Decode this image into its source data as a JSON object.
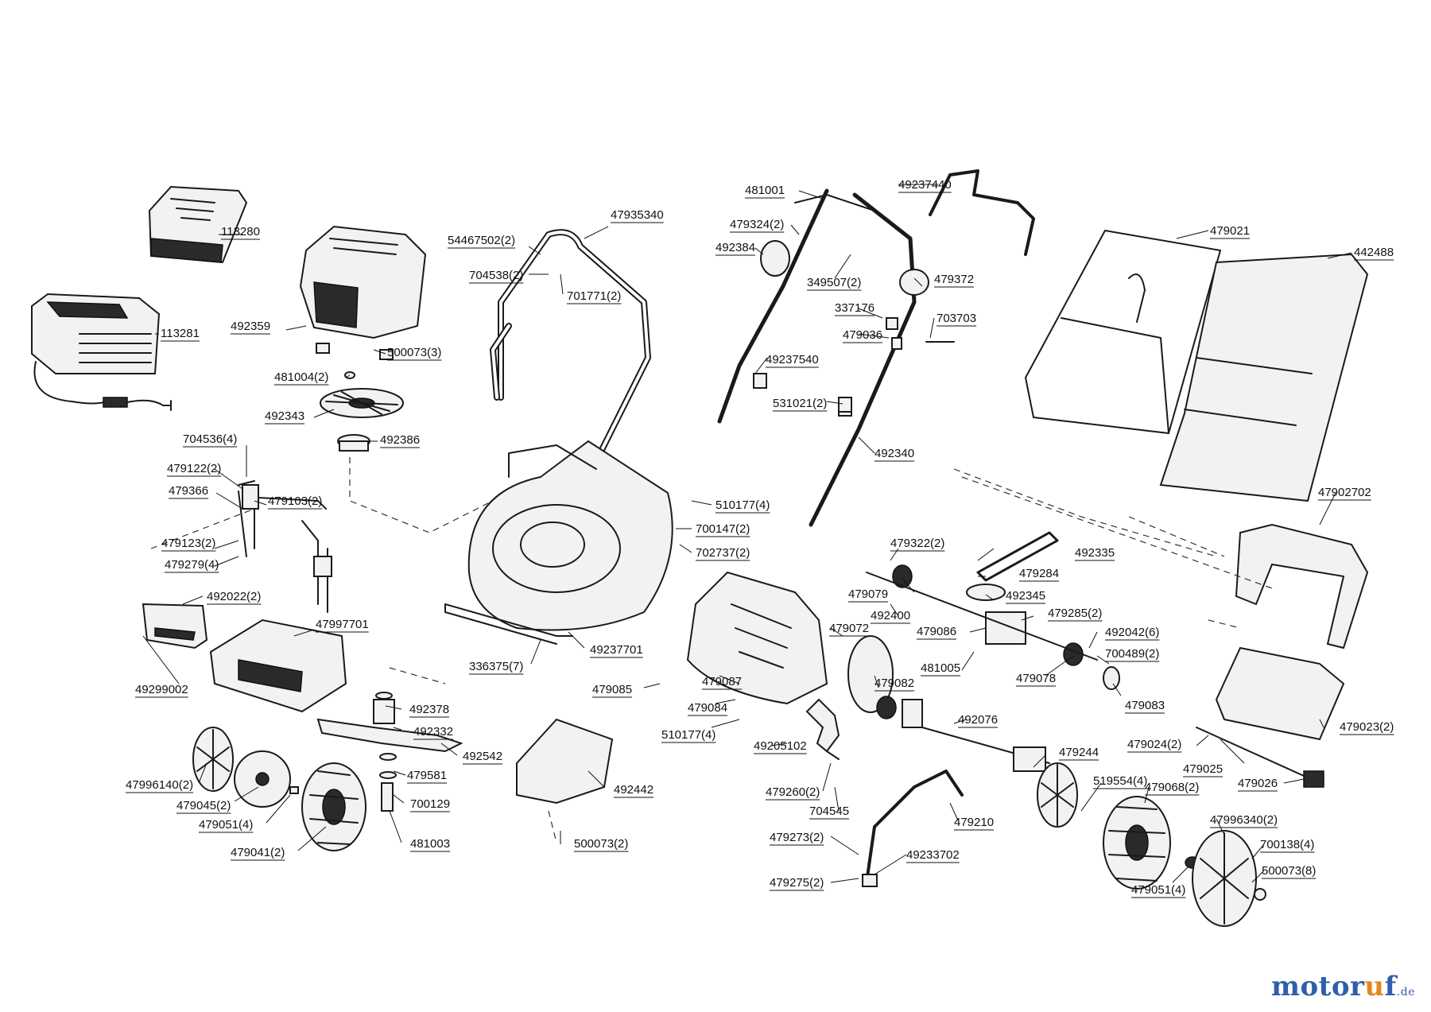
{
  "diagram": {
    "parts": [
      {
        "id": "p1",
        "label": "113280"
      },
      {
        "id": "p2",
        "label": "113281"
      },
      {
        "id": "p3",
        "label": "492359"
      },
      {
        "id": "p4",
        "label": "500073(3)"
      },
      {
        "id": "p5",
        "label": "481004(2)"
      },
      {
        "id": "p6",
        "label": "492343"
      },
      {
        "id": "p7",
        "label": "492386"
      },
      {
        "id": "p8",
        "label": "704536(4)"
      },
      {
        "id": "p9",
        "label": "479122(2)"
      },
      {
        "id": "p10",
        "label": "479366"
      },
      {
        "id": "p11",
        "label": "479103(2)"
      },
      {
        "id": "p12",
        "label": "479123(2)"
      },
      {
        "id": "p13",
        "label": "479279(4)"
      },
      {
        "id": "p14",
        "label": "492022(2)"
      },
      {
        "id": "p15",
        "label": "47997701"
      },
      {
        "id": "p16",
        "label": "49299002"
      },
      {
        "id": "p17",
        "label": "492378"
      },
      {
        "id": "p18",
        "label": "492332"
      },
      {
        "id": "p19",
        "label": "492542"
      },
      {
        "id": "p20",
        "label": "479581"
      },
      {
        "id": "p21",
        "label": "700129"
      },
      {
        "id": "p22",
        "label": "481003"
      },
      {
        "id": "p23",
        "label": "47996140(2)"
      },
      {
        "id": "p24",
        "label": "479045(2)"
      },
      {
        "id": "p25",
        "label": "479051(4)"
      },
      {
        "id": "p26",
        "label": "479041(2)"
      },
      {
        "id": "p27",
        "label": "54467502(2)"
      },
      {
        "id": "p28",
        "label": "704538(2)"
      },
      {
        "id": "p29",
        "label": "47935340"
      },
      {
        "id": "p30",
        "label": "701771(2)"
      },
      {
        "id": "p31",
        "label": "510177(4)"
      },
      {
        "id": "p32",
        "label": "700147(2)"
      },
      {
        "id": "p33",
        "label": "702737(2)"
      },
      {
        "id": "p34",
        "label": "336375(7)"
      },
      {
        "id": "p35",
        "label": "49237701"
      },
      {
        "id": "p36",
        "label": "479085"
      },
      {
        "id": "p37",
        "label": "479084"
      },
      {
        "id": "p38",
        "label": "510177(4)"
      },
      {
        "id": "p39",
        "label": "479087"
      },
      {
        "id": "p40",
        "label": "492442"
      },
      {
        "id": "p41",
        "label": "500073(2)"
      },
      {
        "id": "p42",
        "label": "481001"
      },
      {
        "id": "p43",
        "label": "49237440"
      },
      {
        "id": "p44",
        "label": "479324(2)"
      },
      {
        "id": "p45",
        "label": "492384"
      },
      {
        "id": "p46",
        "label": "349507(2)"
      },
      {
        "id": "p47",
        "label": "479372"
      },
      {
        "id": "p48",
        "label": "337176"
      },
      {
        "id": "p49",
        "label": "479036"
      },
      {
        "id": "p50",
        "label": "703703"
      },
      {
        "id": "p51",
        "label": "49237540"
      },
      {
        "id": "p52",
        "label": "531021(2)"
      },
      {
        "id": "p53",
        "label": "492340"
      },
      {
        "id": "p54",
        "label": "479021"
      },
      {
        "id": "p55",
        "label": "442488"
      },
      {
        "id": "p56",
        "label": "47902702"
      },
      {
        "id": "p57",
        "label": "479322(2)"
      },
      {
        "id": "p58",
        "label": "492335"
      },
      {
        "id": "p59",
        "label": "479284"
      },
      {
        "id": "p60",
        "label": "479079"
      },
      {
        "id": "p61",
        "label": "492345"
      },
      {
        "id": "p62",
        "label": "492400"
      },
      {
        "id": "p63",
        "label": "479285(2)"
      },
      {
        "id": "p64",
        "label": "479086"
      },
      {
        "id": "p65",
        "label": "492042(6)"
      },
      {
        "id": "p66",
        "label": "479072"
      },
      {
        "id": "p67",
        "label": "700489(2)"
      },
      {
        "id": "p68",
        "label": "481005"
      },
      {
        "id": "p69",
        "label": "479078"
      },
      {
        "id": "p70",
        "label": "479082"
      },
      {
        "id": "p71",
        "label": "479083"
      },
      {
        "id": "p72",
        "label": "492076"
      },
      {
        "id": "p73",
        "label": "479023(2)"
      },
      {
        "id": "p74",
        "label": "479024(2)"
      },
      {
        "id": "p75",
        "label": "479025"
      },
      {
        "id": "p76",
        "label": "479026"
      },
      {
        "id": "p77",
        "label": "49205102"
      },
      {
        "id": "p78",
        "label": "479244"
      },
      {
        "id": "p79",
        "label": "519554(4)"
      },
      {
        "id": "p80",
        "label": "479068(2)"
      },
      {
        "id": "p81",
        "label": "479260(2)"
      },
      {
        "id": "p82",
        "label": "704545"
      },
      {
        "id": "p83",
        "label": "479210"
      },
      {
        "id": "p84",
        "label": "479273(2)"
      },
      {
        "id": "p85",
        "label": "49233702"
      },
      {
        "id": "p86",
        "label": "479275(2)"
      },
      {
        "id": "p87",
        "label": "47996340(2)"
      },
      {
        "id": "p88",
        "label": "700138(4)"
      },
      {
        "id": "p89",
        "label": "500073(8)"
      },
      {
        "id": "p90",
        "label": "479051(4)"
      }
    ]
  },
  "watermark": {
    "main": "motor",
    "accent": "u",
    "main2": "f",
    "tld": ".de"
  }
}
